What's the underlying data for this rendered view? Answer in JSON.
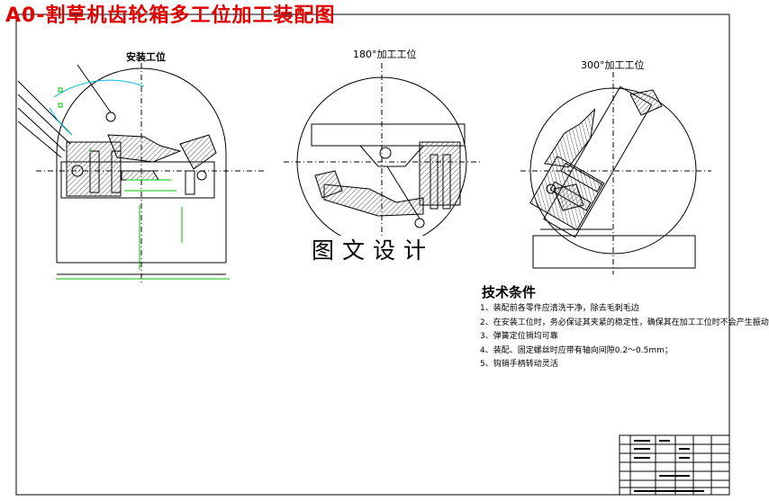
{
  "title": "A0-割草机齿轮箱多工位加工装配图",
  "views": [
    {
      "label": "安装工位"
    },
    {
      "label": "180°加工工位"
    },
    {
      "label": "300°加工工位"
    }
  ],
  "watermark": "图文设计",
  "technical_requirements": {
    "heading": "技术条件",
    "items": [
      "1、装配前各零件应清洗干净，除去毛刺毛边",
      "2、在安装工位时，务必保证其夹紧的稳定性，确保其在加工工位时不会产生振动",
      "3、弹簧定位销均可靠",
      "4、装配、固定螺丝时应带有轴向间隙0.2～0.5mm；",
      "5、钩销手柄转动灵活"
    ]
  },
  "colors": {
    "title": "#e00000",
    "line": "#000000",
    "dimension": "#00c000",
    "arc": "#00bcd4",
    "hatch": "#888888"
  }
}
